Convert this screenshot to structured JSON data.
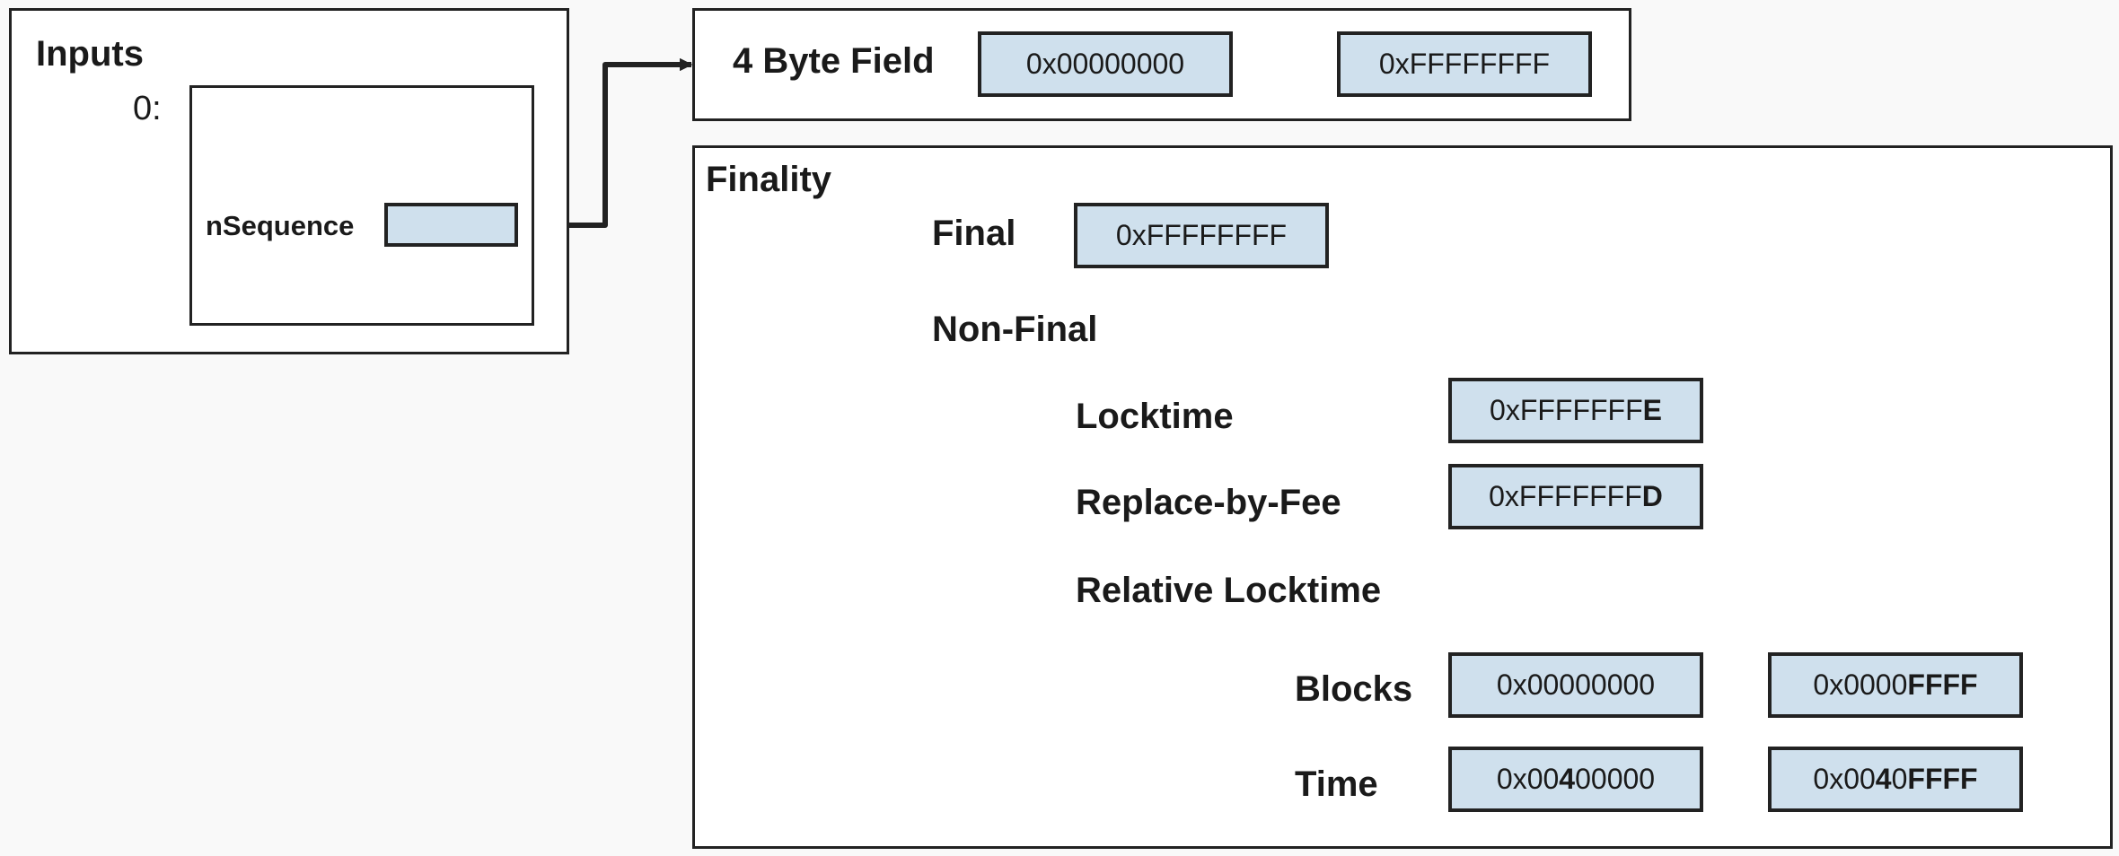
{
  "inputs": {
    "title": "Inputs",
    "index_label": "0:",
    "field_label": "nSequence"
  },
  "field_size": {
    "title": "4 Byte Field",
    "range_start": [
      {
        "t": "0x00000000",
        "b": false
      }
    ],
    "range_end": [
      {
        "t": "0xFFFFFFFF",
        "b": false
      }
    ]
  },
  "finality": {
    "title": "Finality",
    "final": {
      "label": "Final",
      "value": [
        {
          "t": "0xFFFFFFFF",
          "b": false
        }
      ]
    },
    "non_final": {
      "label": "Non-Final",
      "locktime": {
        "label": "Locktime",
        "value": [
          {
            "t": "0xFFFFFFF",
            "b": false
          },
          {
            "t": "E",
            "b": true
          }
        ]
      },
      "rbf": {
        "label": "Replace-by-Fee",
        "value": [
          {
            "t": "0xFFFFFFF",
            "b": false
          },
          {
            "t": "D",
            "b": true
          }
        ]
      },
      "relative_locktime": {
        "label": "Relative Locktime",
        "blocks": {
          "label": "Blocks",
          "range_start": [
            {
              "t": "0x00000000",
              "b": false
            }
          ],
          "range_end": [
            {
              "t": "0x0000",
              "b": false
            },
            {
              "t": "FFFF",
              "b": true
            }
          ]
        },
        "time": {
          "label": "Time",
          "range_start": [
            {
              "t": "0x00",
              "b": false
            },
            {
              "t": "4",
              "b": true
            },
            {
              "t": "00000",
              "b": false
            }
          ],
          "range_end": [
            {
              "t": "0x00",
              "b": false
            },
            {
              "t": "4",
              "b": true
            },
            {
              "t": "0",
              "b": false
            },
            {
              "t": "FFFF",
              "b": true
            }
          ]
        }
      }
    }
  }
}
